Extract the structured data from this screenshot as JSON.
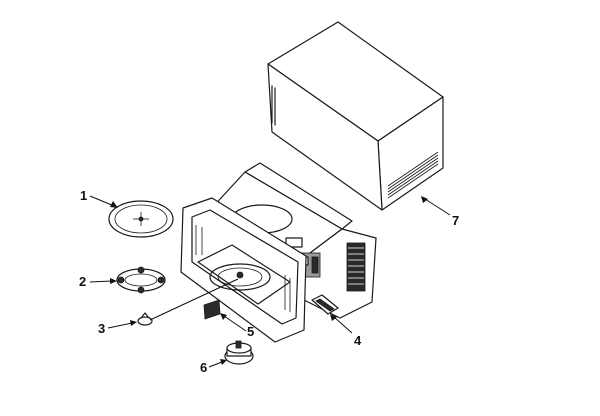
{
  "callouts": [
    {
      "id": "1"
    },
    {
      "id": "2"
    },
    {
      "id": "3"
    },
    {
      "id": "4"
    },
    {
      "id": "5"
    },
    {
      "id": "6"
    },
    {
      "id": "7"
    }
  ]
}
